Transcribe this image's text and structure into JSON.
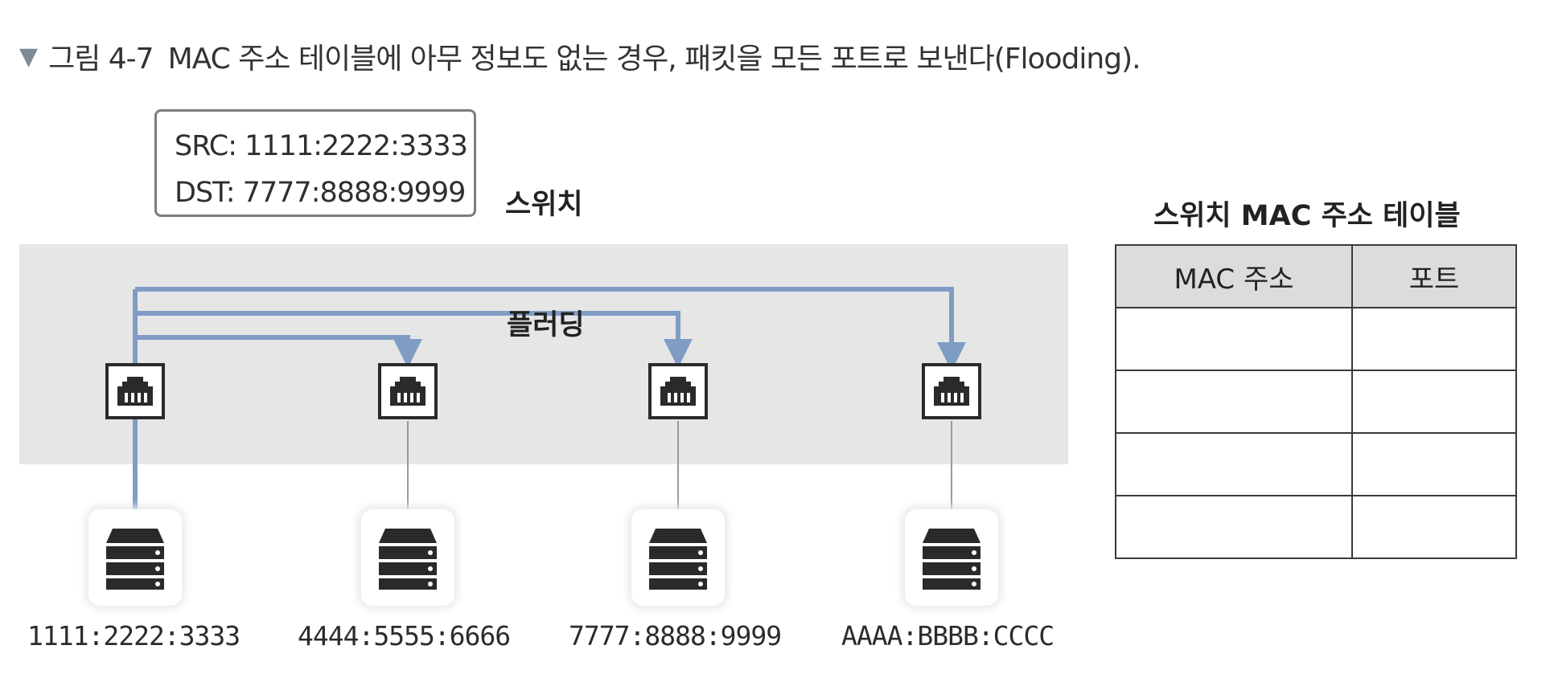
{
  "caption": {
    "figure_number": "그림 4-7",
    "text": "MAC 주소 테이블에 아무 정보도 없는 경우, 패킷을 모든 포트로 보낸다(Flooding)."
  },
  "packet": {
    "src": "SRC: 1111:2222:3333",
    "dst": "DST: 7777:8888:9999"
  },
  "switch": {
    "label": "스위치",
    "flood_label": "플러딩"
  },
  "hosts": [
    {
      "mac": "1111:2222:3333"
    },
    {
      "mac": "4444:5555:6666"
    },
    {
      "mac": "7777:8888:9999"
    },
    {
      "mac": "AAAA:BBBB:CCCC"
    }
  ],
  "mac_table": {
    "title": "스위치 MAC 주소 테이블",
    "headers": [
      "MAC 주소",
      "포트"
    ],
    "rows": [
      [
        "",
        ""
      ],
      [
        "",
        ""
      ],
      [
        "",
        ""
      ],
      [
        "",
        ""
      ]
    ]
  },
  "colors": {
    "flood_line": "#7f9dc4",
    "switch_bg": "#e6e6e6",
    "header_bg": "#dcdcdc"
  },
  "icons": {
    "caption_marker": "down-triangle-icon",
    "port": "ethernet-port-icon",
    "host": "server-icon"
  }
}
